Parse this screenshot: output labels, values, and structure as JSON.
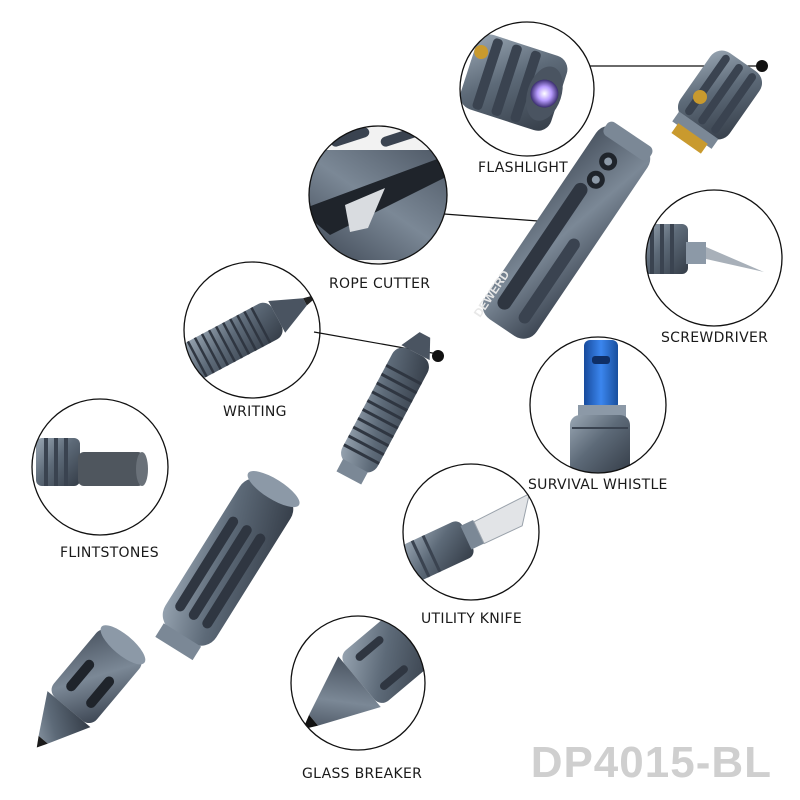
{
  "product_code": "DP4015-BL",
  "brand_mark": "DEWERD",
  "features": [
    {
      "key": "flashlight",
      "label": "FLASHLIGHT"
    },
    {
      "key": "rope_cutter",
      "label": "ROPE CUTTER"
    },
    {
      "key": "screwdriver",
      "label": "SCREWDRIVER"
    },
    {
      "key": "writing",
      "label": "WRITING"
    },
    {
      "key": "survival_whistle",
      "label": "SURVIVAL WHISTLE"
    },
    {
      "key": "flintstones",
      "label": "FLINTSTONES"
    },
    {
      "key": "utility_knife",
      "label": "UTILITY KNIFE"
    },
    {
      "key": "glass_breaker",
      "label": "GLASS BREAKER"
    }
  ],
  "colors": {
    "metal": "#5d6a78",
    "metal_dark": "#3a4350",
    "metal_light": "#8c99a7",
    "whistle_blue": "#2b6fd6",
    "brass": "#c99a2e",
    "led": "#b89cff",
    "outline": "#1a1a1a"
  }
}
